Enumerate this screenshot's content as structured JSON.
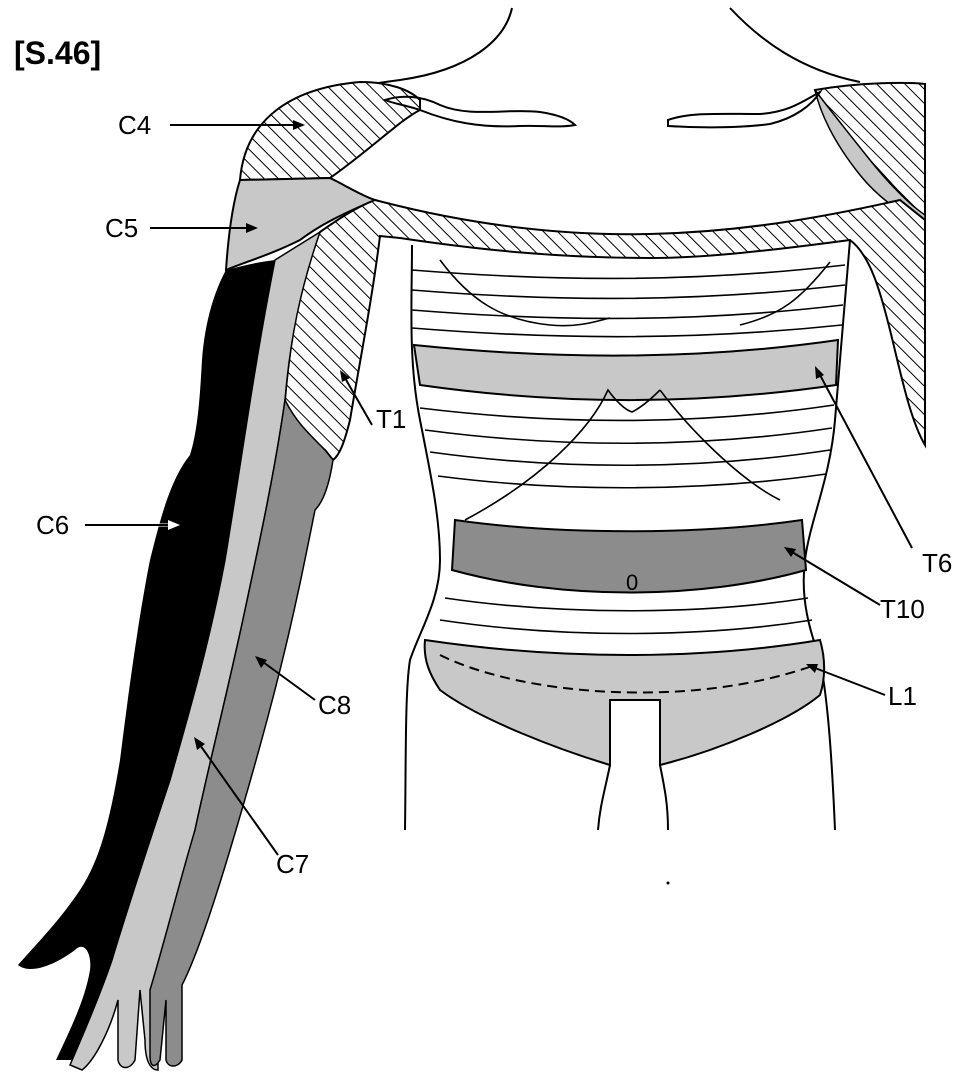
{
  "title": "[S.46]",
  "labels": {
    "c4": "C4",
    "c5": "C5",
    "c6": "C6",
    "c7": "C7",
    "c8": "C8",
    "t1": "T1",
    "t6": "T6",
    "t10": "T10",
    "l1": "L1",
    "navel": "0"
  },
  "colors": {
    "c6_fill": "#000000",
    "c7_fill": "#c8c8c8",
    "c8_fill": "#8c8c8c",
    "t6_fill": "#c8c8c8",
    "t10_fill": "#8c8c8c",
    "l1_fill": "#c8c8c8",
    "c5_fill": "#c8c8c8"
  }
}
